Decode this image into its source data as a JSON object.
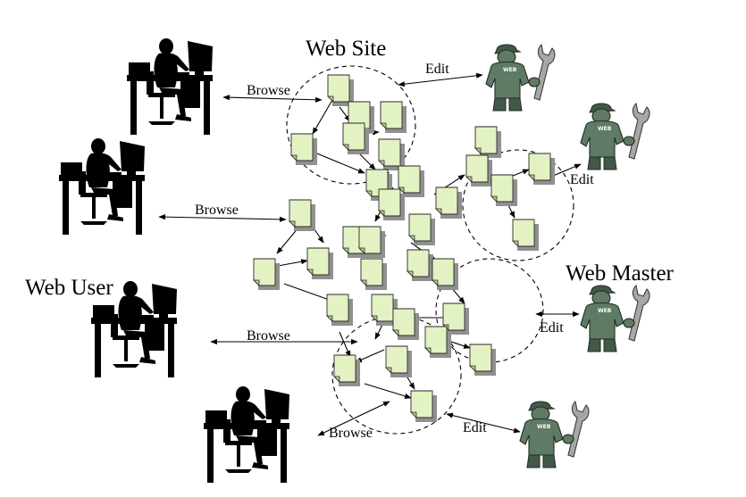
{
  "labels": {
    "web_site": "Web Site",
    "web_user": "Web User",
    "web_master": "Web Master"
  },
  "edges": {
    "browse_1": "Browse",
    "browse_2": "Browse",
    "browse_3": "Browse",
    "browse_4": "Browse",
    "edit_1": "Edit",
    "edit_2": "Edit",
    "edit_3": "Edit",
    "edit_4": "Edit"
  },
  "badges": {
    "web_master_badge": "WEB"
  },
  "colors": {
    "page_fill": "#e3f2c2",
    "web_master_body": "#5f7a65",
    "wrench": "#a7a7a7"
  }
}
